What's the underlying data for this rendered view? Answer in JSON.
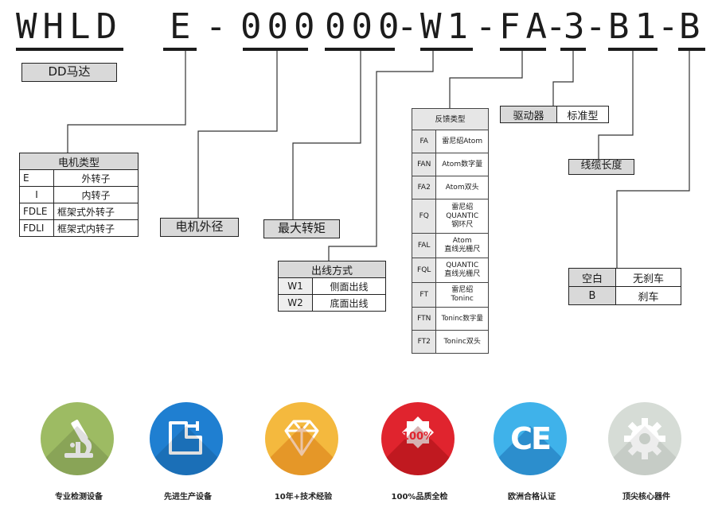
{
  "code": {
    "seg1": "WHLD",
    "seg2": "E",
    "dash1": "-",
    "seg3": "000",
    "seg4": "000",
    "dash2": "-",
    "seg5": "W1",
    "dash3": "-",
    "seg6": "FA",
    "dash4": "-",
    "seg7": "3",
    "dash5": "-",
    "seg8": "B1",
    "dash6": "-",
    "seg9": "B"
  },
  "dd_label": "DD马达",
  "motor_type": {
    "title": "电机类型",
    "rows": [
      {
        "code": "E",
        "desc": "外转子"
      },
      {
        "code": "I",
        "desc": "内转子"
      },
      {
        "code": "FDLE",
        "desc": "框架式外转子"
      },
      {
        "code": "FDLI",
        "desc": "框架式内转子"
      }
    ]
  },
  "outer_diameter": "电机外径",
  "max_torque": "最大转矩",
  "outlet": {
    "title": "出线方式",
    "rows": [
      {
        "code": "W1",
        "desc": "侧面出线"
      },
      {
        "code": "W2",
        "desc": "底面出线"
      }
    ]
  },
  "feedback": {
    "title": "反馈类型",
    "rows": [
      {
        "code": "FA",
        "l1": "雷尼绍Atom",
        "l2": "",
        "l3": ""
      },
      {
        "code": "FAN",
        "l1": "Atom数字量",
        "l2": "",
        "l3": ""
      },
      {
        "code": "FA2",
        "l1": "Atom双头",
        "l2": "",
        "l3": ""
      },
      {
        "code": "FQ",
        "l1": "雷尼绍",
        "l2": "QUANTIC",
        "l3": "钢环尺"
      },
      {
        "code": "FAL",
        "l1": "Atom",
        "l2": "直线光栅尺",
        "l3": ""
      },
      {
        "code": "FQL",
        "l1": "QUANTIC",
        "l2": "直线光栅尺",
        "l3": ""
      },
      {
        "code": "FT",
        "l1": "雷尼绍",
        "l2": "Toninc",
        "l3": ""
      },
      {
        "code": "FTN",
        "l1": "Toninc数字量",
        "l2": "",
        "l3": ""
      },
      {
        "code": "FT2",
        "l1": "Toninc双头",
        "l2": "",
        "l3": ""
      }
    ]
  },
  "driver": {
    "label": "驱动器",
    "value": "标准型"
  },
  "cable_length": "线缆长度",
  "brake": {
    "rows": [
      {
        "code": "空白",
        "desc": "无刹车"
      },
      {
        "code": "B",
        "desc": "刹车"
      }
    ]
  },
  "features": [
    {
      "icon": "microscope-icon",
      "label": "专业检测设备",
      "color": "#9dbb63"
    },
    {
      "icon": "machine-icon",
      "label": "先进生产设备",
      "color": "#1f7fd1"
    },
    {
      "icon": "diamond-icon",
      "label": "10年+技术经验",
      "color": "#f4b93e"
    },
    {
      "icon": "percent-badge-icon",
      "label": "100%品质全检",
      "color": "#e0242e",
      "badge": "100%"
    },
    {
      "icon": "ce-mark-icon",
      "label": "欧洲合格认证",
      "color": "#3fb2ea",
      "badge": "CE"
    },
    {
      "icon": "gear-icon",
      "label": "顶尖核心器件",
      "color": "#d6dcd6"
    }
  ]
}
